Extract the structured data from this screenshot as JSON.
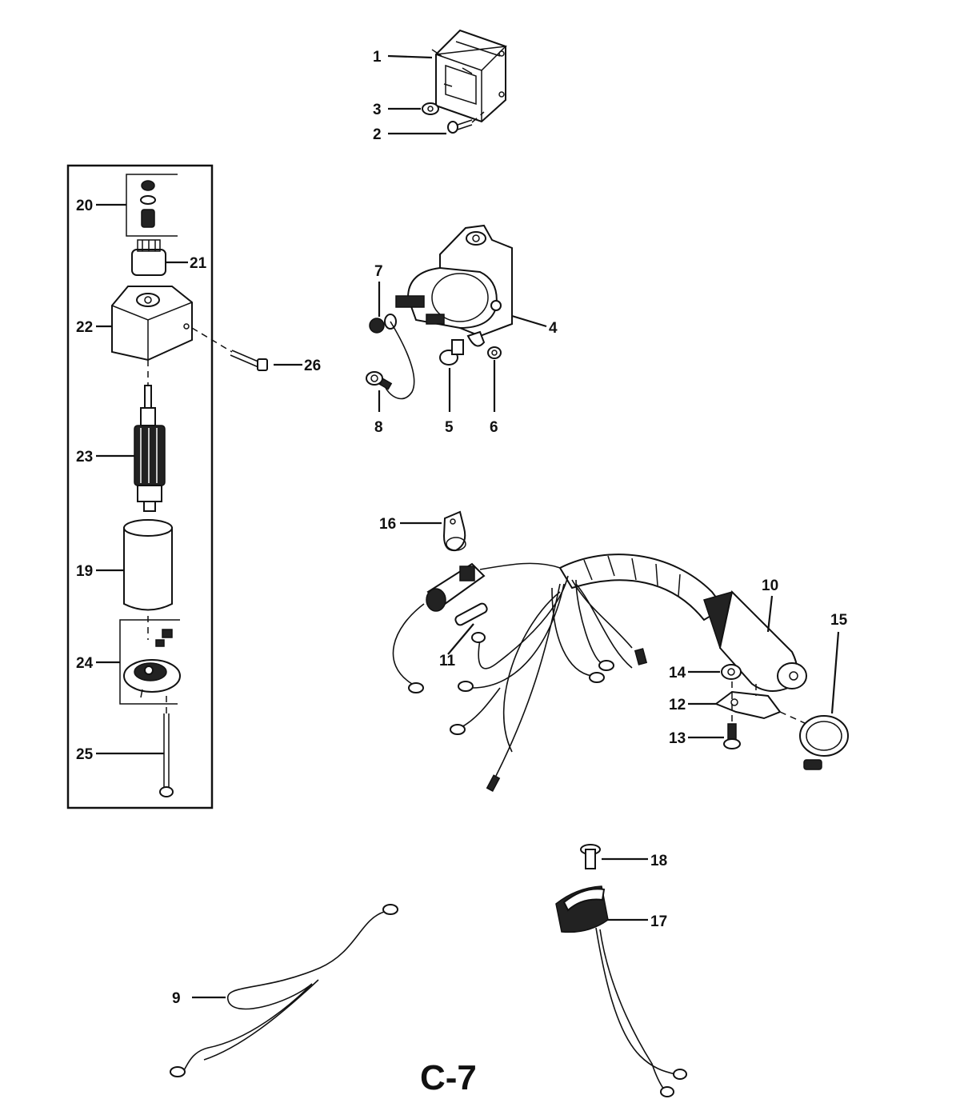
{
  "callouts": {
    "p1": "1",
    "p2": "2",
    "p3": "3",
    "p4": "4",
    "p5": "5",
    "p6": "6",
    "p7": "7",
    "p8": "8",
    "p9": "9",
    "p10": "10",
    "p11": "11",
    "p12": "12",
    "p13": "13",
    "p14": "14",
    "p15": "15",
    "p16": "16",
    "p17": "17",
    "p18": "18",
    "p19": "19",
    "p20": "20",
    "p21": "21",
    "p22": "22",
    "p23": "23",
    "p24": "24",
    "p25": "25",
    "p26": "26"
  },
  "page_code": "C-7"
}
